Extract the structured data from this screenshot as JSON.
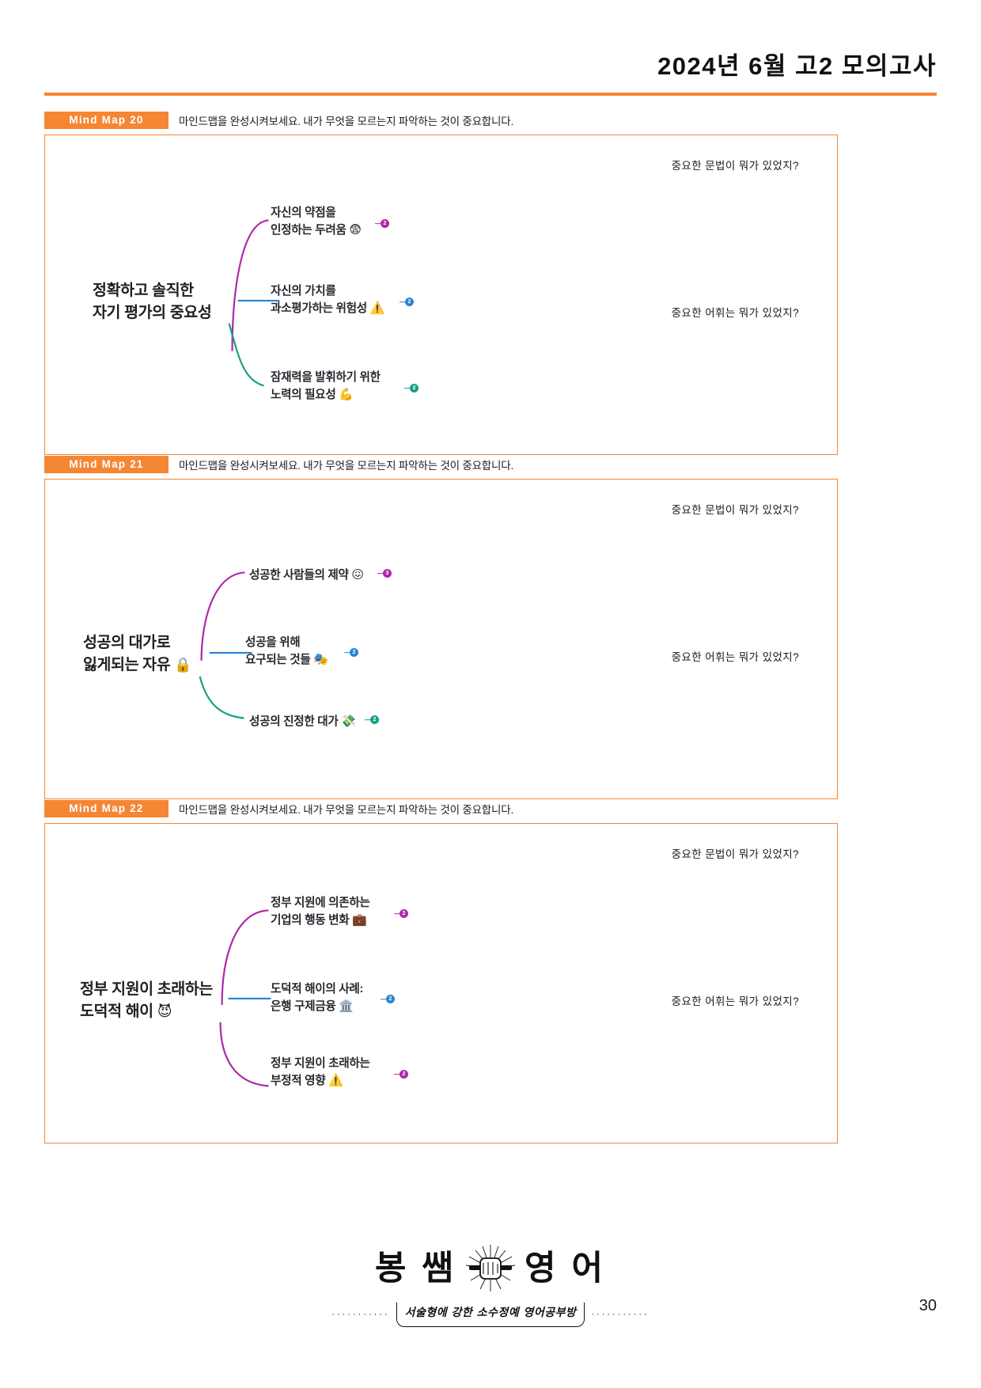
{
  "header": {
    "title": "2024년 6월 고2 모의고사"
  },
  "prompts": {
    "grammar": "중요한 문법이 뭐가 있었지?",
    "vocabulary": "중요한 어휘는 뭐가 있었지?"
  },
  "instruction": "마인드맵을 완성시켜보세요. 내가 무엇을 모르는지 파악하는 것이 중요합니다.",
  "mindmaps": [
    {
      "tag": "Mind Map 20",
      "instruction": "마인드맵을 완성시켜보세요. 내가 무엇을 모르는지 파악하는 것이 중요합니다.",
      "root": {
        "line1": "정확하고 솔직한",
        "line2": "자기 평가의 중요성",
        "emoji": ""
      },
      "branches": [
        {
          "line1": "자신의 약점을",
          "line2": "인정하는 두려움",
          "emoji": "😨",
          "emoji_name": "fearful-face-emoji",
          "color": "purple",
          "index": "2"
        },
        {
          "line1": "자신의 가치를",
          "line2": "과소평가하는 위험성",
          "emoji": "⚠️",
          "emoji_name": "warning-sign-emoji",
          "color": "blue",
          "index": "2"
        },
        {
          "line1": "잠재력을 발휘하기 위한",
          "line2": "노력의 필요성",
          "emoji": "💪",
          "emoji_name": "flexed-biceps-emoji",
          "color": "teal",
          "index": "2"
        }
      ]
    },
    {
      "tag": "Mind Map 21",
      "instruction": "마인드맵을 완성시켜보세요. 내가 무엇을 모르는지 파악하는 것이 중요합니다.",
      "root": {
        "line1": "성공의 대가로",
        "line2": "잃게되는 자유",
        "emoji": "🔒",
        "emoji_name": "locked-padlock-emoji"
      },
      "branches": [
        {
          "line1": "성공한 사람들의 제약",
          "line2": "",
          "emoji": "😖",
          "emoji_name": "confounded-face-emoji",
          "color": "purple",
          "index": "3"
        },
        {
          "line1": "성공을 위해",
          "line2": "요구되는 것들",
          "emoji": "🎭",
          "emoji_name": "performing-arts-masks-emoji",
          "color": "blue",
          "index": "2"
        },
        {
          "line1": "성공의 진정한 대가",
          "line2": "",
          "emoji": "💸",
          "emoji_name": "money-with-wings-emoji",
          "color": "teal",
          "index": "2"
        }
      ]
    },
    {
      "tag": "Mind Map 22",
      "instruction": "마인드맵을 완성시켜보세요. 내가 무엇을 모르는지 파악하는 것이 중요합니다.",
      "root": {
        "line1": "정부 지원이 초래하는",
        "line2": "도덕적 해이",
        "emoji": "😈",
        "emoji_name": "smiling-face-with-horns-emoji"
      },
      "branches": [
        {
          "line1": "정부 지원에 의존하는",
          "line2": "기업의 행동 변화",
          "emoji": "💼",
          "emoji_name": "briefcase-emoji",
          "color": "purple",
          "index": "2"
        },
        {
          "line1": "도덕적 해이의 사례:",
          "line2": "은행 구제금융",
          "emoji": "🏛️",
          "emoji_name": "classical-building-emoji",
          "color": "blue",
          "index": "2"
        },
        {
          "line1": "정부 지원이 초래하는",
          "line2": "부정적 영향",
          "emoji": "⚠️",
          "emoji_name": "warning-sign-emoji",
          "color": "purple",
          "index": "2"
        }
      ]
    }
  ],
  "footer": {
    "brand_left": "봉 쌤",
    "brand_right": "영 어",
    "slogan": "서술형에 강한 소수정예 영어공부방",
    "dots_left": "···········",
    "dots_right": "···········",
    "page_number": "30"
  },
  "colors": {
    "accent": "#F58634",
    "branch_purple": "#AC29A7",
    "branch_blue": "#2A84D2",
    "branch_teal": "#16A085"
  }
}
